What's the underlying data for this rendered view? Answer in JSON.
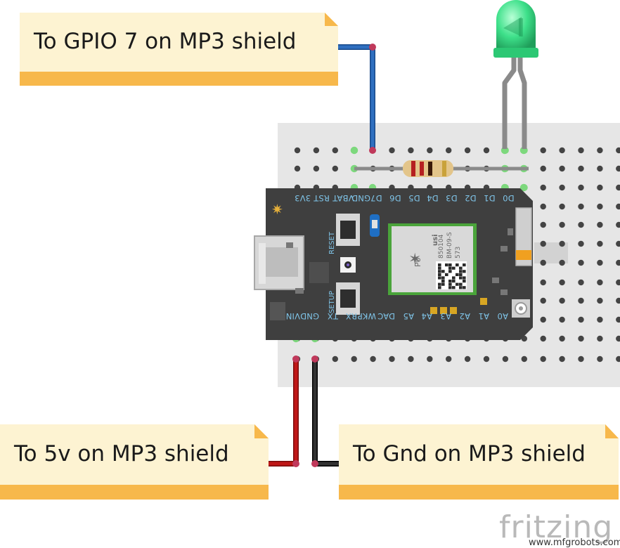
{
  "notes": {
    "gpio7": "To GPIO 7 on MP3 shield",
    "v5": "To 5v  on MP3 shield",
    "gnd": "To Gnd on MP3 shield"
  },
  "board": {
    "top_pins": [
      "3V3",
      "RST",
      "VBAT",
      "GND",
      "D7",
      "D6",
      "D5",
      "D4",
      "D3",
      "D2",
      "D1",
      "D0"
    ],
    "bottom_pins": [
      "VIN",
      "GND",
      "TX",
      "RX",
      "WKP",
      "DAC",
      "A5",
      "A4",
      "A3",
      "A2",
      "A1",
      "A0"
    ],
    "reset_label": "RESET",
    "setup_label": "SETUP",
    "module_name": "P0",
    "module_line1": "850104",
    "module_line2": "BM-09-S",
    "module_line3": "573",
    "module_brand": "usi"
  },
  "colors": {
    "wire_gpio": "#2f6fc0",
    "wire_5v": "#c01818",
    "wire_gnd": "#222222",
    "led": "#3ee08a",
    "note_bg": "#fdf3d2",
    "note_edge": "#f7b84b",
    "board": "#3f3f3f",
    "breadboard": "#e6e6e6"
  },
  "branding": {
    "logo": "fritzing",
    "watermark": "www.mfgrobots.com"
  }
}
